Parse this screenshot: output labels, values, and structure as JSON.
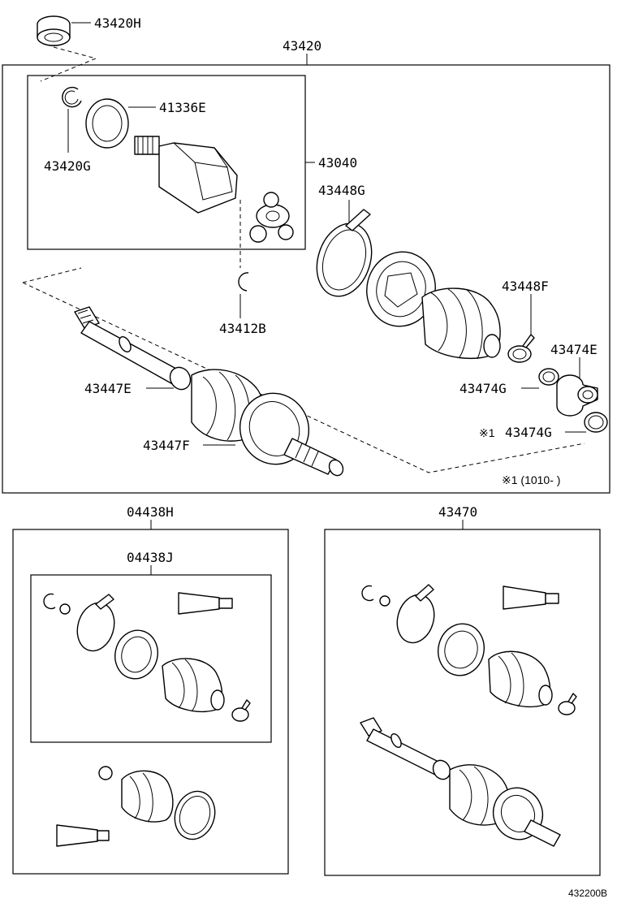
{
  "labels": {
    "p43420H": "43420H",
    "p43420": "43420",
    "p41336E": "41336E",
    "p43420G": "43420G",
    "p43040": "43040",
    "p43448G": "43448G",
    "p43448F": "43448F",
    "p43474E": "43474E",
    "p43474G_a": "43474G",
    "p43474G_b": "43474G",
    "note_mark": "※1",
    "p43412B": "43412B",
    "p43447E": "43447E",
    "p43447F": "43447F",
    "footnote": "※1 (1010-      )",
    "p04438H": "04438H",
    "p04438J": "04438J",
    "p43470": "43470",
    "drawing_code": "432200B"
  }
}
